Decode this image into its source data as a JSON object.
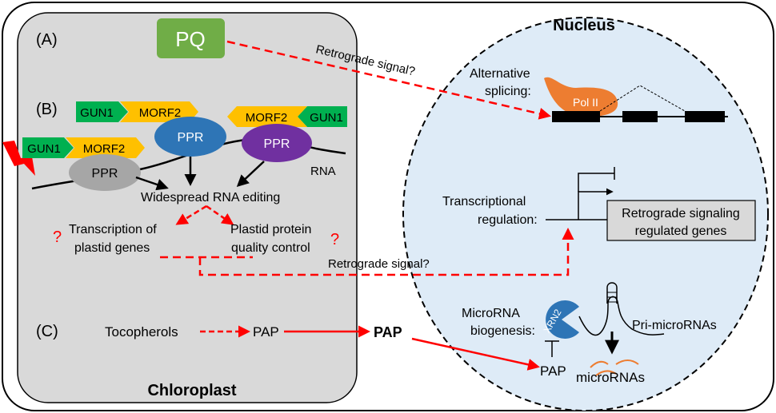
{
  "chloroplast": {
    "label": "Chloroplast",
    "panel_a": "(A)",
    "panel_b": "(B)",
    "panel_c": "(C)",
    "pq": "PQ",
    "gun1": "GUN1",
    "morf2": "MORF2",
    "ppr": "PPR",
    "rna": "RNA",
    "widespread": "Widespread RNA editing",
    "transcription_line1": "Transcription of",
    "transcription_line2": "plastid genes",
    "quality_line1": "Plastid protein",
    "quality_line2": "quality control",
    "question": "?",
    "tocopherols": "Tocopherols",
    "pap": "PAP"
  },
  "signals": {
    "retro_a": "Retrograde signal?",
    "retro_b": "Retrograde signal?",
    "pap_mid": "PAP"
  },
  "nucleus": {
    "label": "Nucleus",
    "alt_line1": "Alternative",
    "alt_line2": "splicing:",
    "pol2": "Pol II",
    "tr_line1": "Transcriptional",
    "tr_line2": "regulation:",
    "genes_line1": "Retrograde signaling",
    "genes_line2": "regulated genes",
    "mirna_line1": "MicroRNA",
    "mirna_line2": "biogenesis:",
    "xrn2": "XRN2",
    "pri": "Pri-microRNAs",
    "micrornas": "microRNAs",
    "pap": "PAP"
  },
  "colors": {
    "red": "#ff0000",
    "pq_green": "#70ad47",
    "gun1_green": "#00b050",
    "morf2_yellow": "#ffc000",
    "ppr_blue": "#2e75b6",
    "ppr_purple": "#7030a0",
    "ppr_gray": "#a6a6a6",
    "chloroplast_fill": "#d9d9d9",
    "nucleus_fill": "#deebf7",
    "pol2_orange": "#ed7d31",
    "xrn2_blue": "#2e75b6"
  }
}
